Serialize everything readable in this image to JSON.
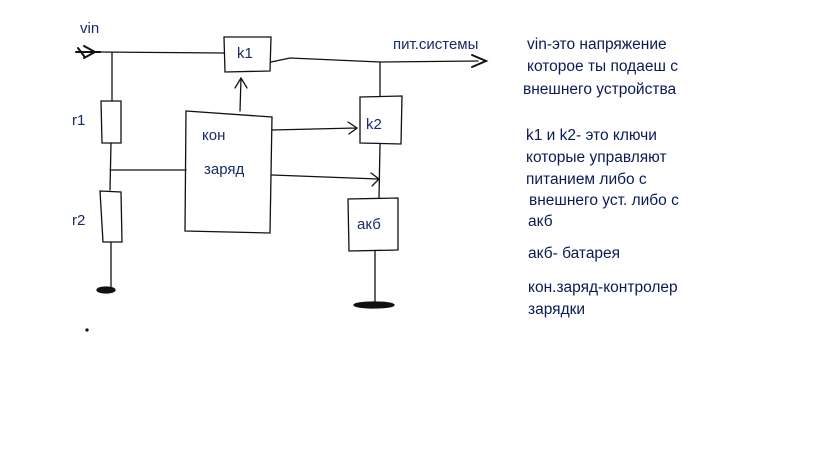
{
  "diagram": {
    "labels": {
      "vin": "vin",
      "k1": "k1",
      "k2": "k2",
      "system_power": "пит.системы",
      "r1": "r1",
      "r2": "r2",
      "controller_line1": "кон",
      "controller_line2": "заряд",
      "battery": "акб"
    },
    "notes": [
      "vin-это напряжение",
      "которое ты подаеш с",
      "внешнего устройства",
      "k1 и k2- это ключи",
      "которые управляют",
      "питанием либо с",
      "внешнего уст. либо с",
      "акб",
      "акб- батарея",
      "кон.заряд-контролер",
      "зарядки"
    ],
    "ink_color": "#000000"
  }
}
